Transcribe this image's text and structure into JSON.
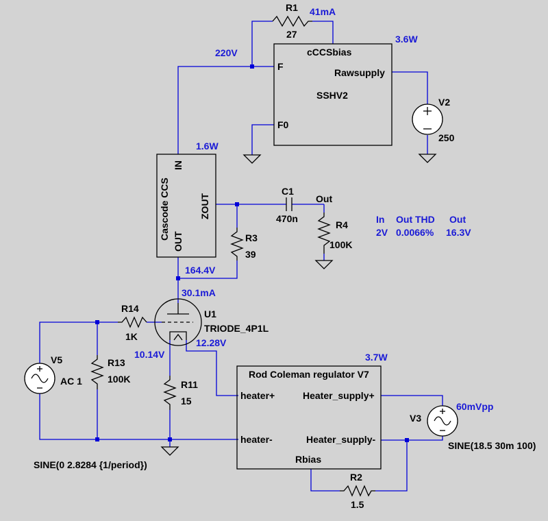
{
  "schematic": {
    "nodes": {
      "v220": "220V",
      "v164": "164.4V",
      "i30": "30.1mA",
      "v10": "10.14V",
      "v12": "12.28V"
    },
    "r1": {
      "name": "R1",
      "value": "27",
      "current": "41mA"
    },
    "sshv2": {
      "power": "3.6W",
      "title": "cCCSbias",
      "pin_rawsupply": "Rawsupply",
      "pin_f": "F",
      "pin_f0": "F0",
      "name": "SSHV2"
    },
    "v2": {
      "name": "V2",
      "value": "250"
    },
    "cascode": {
      "power": "1.6W",
      "title": "Cascode CCS",
      "pin_in": "IN",
      "pin_out": "OUT",
      "pin_zout": "ZOUT"
    },
    "c1": {
      "name": "C1",
      "value": "470n",
      "net": "Out"
    },
    "r4": {
      "name": "R4",
      "value": "100K"
    },
    "r3": {
      "name": "R3",
      "value": "39"
    },
    "results": {
      "in_label": "In",
      "thd_label": "Out THD",
      "out_label": "Out",
      "in_value": "2V",
      "thd_value": "0.0066%",
      "out_value": "16.3V"
    },
    "u1": {
      "name": "U1",
      "model": "TRIODE_4P1L"
    },
    "r14": {
      "name": "R14",
      "value": "1K"
    },
    "v5": {
      "name": "V5",
      "value": "AC 1",
      "sine": "SINE(0 2.8284 {1/period})"
    },
    "r13": {
      "name": "R13",
      "value": "100K"
    },
    "r11": {
      "name": "R11",
      "value": "15"
    },
    "regulator": {
      "power": "3.7W",
      "title": "Rod Coleman regulator V7",
      "pin_heater_plus": "heater+",
      "pin_heater_minus": "heater-",
      "pin_supply_plus": "Heater_supply+",
      "pin_supply_minus": "Heater_supply-",
      "pin_rbias": "Rbias"
    },
    "v3": {
      "name": "V3",
      "ripple": "60mVpp",
      "sine": "SINE(18.5 30m 100)"
    },
    "r2": {
      "name": "R2",
      "value": "1.5"
    }
  },
  "colors": {
    "background": "#d3d3d3",
    "wire": "#0000d8",
    "annotation": "#1a1ad6",
    "component": "#000000"
  }
}
